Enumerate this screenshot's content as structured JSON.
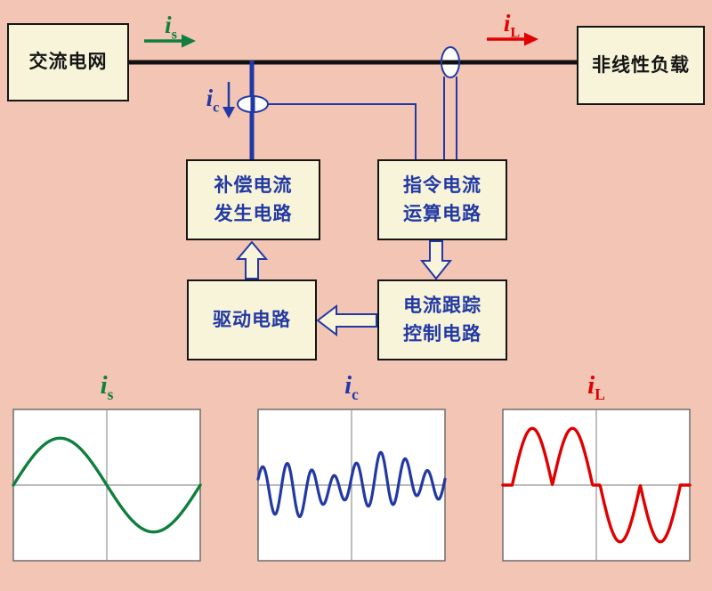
{
  "colors": {
    "background": "#F2C5B5",
    "box_fill": "#F8F4D9",
    "box_border": "#151515",
    "bus": "#111111",
    "blue": "#2239A4",
    "green": "#0F7F3E",
    "red": "#E00000",
    "arrow_fill": "#F8F4D9",
    "panel_bg": "#FFFFFF",
    "panel_border": "#6E6E6E",
    "panel_grid": "#949494"
  },
  "boxes": {
    "ac_grid": "交流电网",
    "nonlinear_load": "非线性负载",
    "comp_gen": "补偿电流\n发生电路",
    "cmd_calc": "指令电流\n运算电路",
    "drive": "驱动电路",
    "tracking": "电流跟踪\n控制电路"
  },
  "labels": {
    "is": {
      "base": "i",
      "sub": "s"
    },
    "ic": {
      "base": "i",
      "sub": "c"
    },
    "il": {
      "base": "i",
      "sub": "L"
    }
  },
  "waveforms": [
    {
      "id": "is",
      "name": "source-current",
      "color": "#0F7F3E",
      "type": "sine",
      "freq": 1,
      "amp": 0.62
    },
    {
      "id": "ic",
      "name": "compensation-current",
      "color": "#2239A4",
      "type": "harmonics",
      "components": [
        {
          "freq": 8,
          "amp": 0.26,
          "phase": 0
        },
        {
          "freq": 6,
          "amp": 0.1,
          "phase": 2.0
        },
        {
          "freq": 1,
          "amp": 0.08,
          "phase": 3.3
        }
      ]
    },
    {
      "id": "il",
      "name": "load-current",
      "color": "#E00000",
      "type": "rectified_pulses",
      "amp": 0.75,
      "pos_window": [
        0.05,
        0.48
      ],
      "neg_window": [
        0.52,
        0.95
      ]
    }
  ]
}
